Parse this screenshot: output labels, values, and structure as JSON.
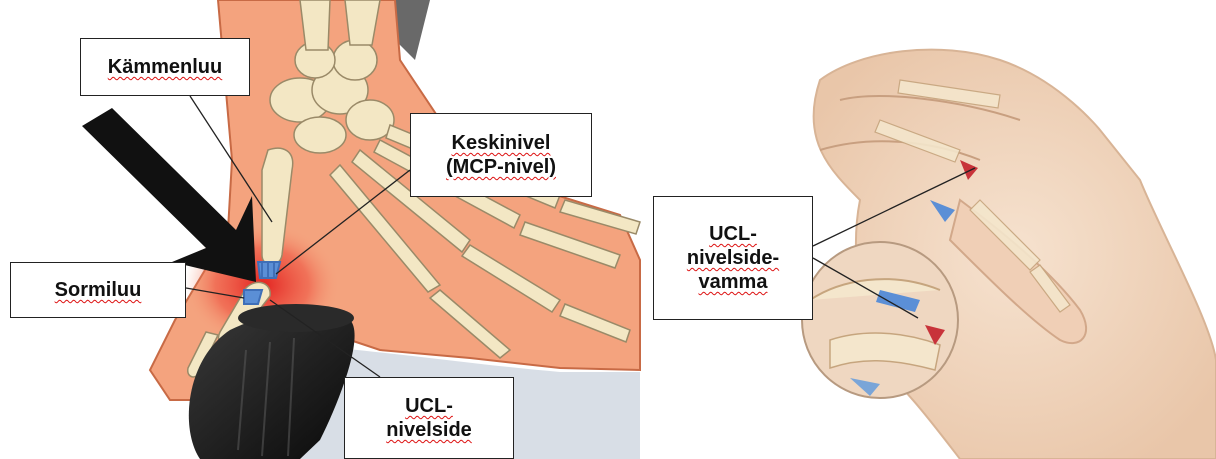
{
  "left_panel": {
    "labels": {
      "metacarpal": "Kämmenluu",
      "mcp_joint": "Keskinivel\n(MCP-nivel)",
      "phalanx": "Sormiluu",
      "ucl_ligament": "UCL-\nnivelside"
    }
  },
  "right_panel": {
    "labels": {
      "ucl_injury": "UCL-\nnivelside-\nvamma"
    }
  },
  "colors": {
    "skin": "#f4a37e",
    "inflammation": "#e11b1b",
    "bone": "#f3e7c4",
    "ligament": "#5b8fd6",
    "object": "#141414",
    "arrow": "#111111",
    "right_hand_skin": "#f2d6bf"
  }
}
